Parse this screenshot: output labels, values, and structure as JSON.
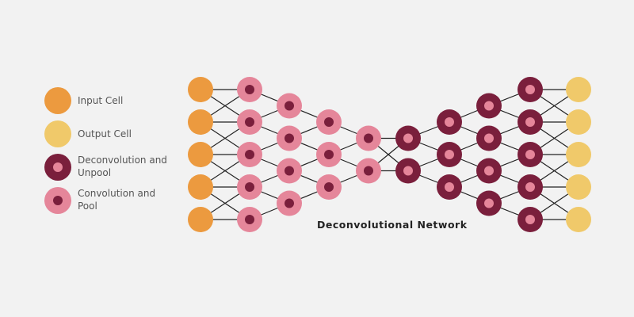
{
  "legend": {
    "items": [
      {
        "label_line1": "Input Cell",
        "label_line2": "",
        "kind": "input"
      },
      {
        "label_line1": "Output Cell",
        "label_line2": "",
        "kind": "output"
      },
      {
        "label_line1": "Deconvolution and",
        "label_line2": "Unpool",
        "kind": "deconv"
      },
      {
        "label_line1": "Convolution and",
        "label_line2": "Pool",
        "kind": "conv"
      }
    ]
  },
  "network": {
    "title": "Deconvolutional Network",
    "layers": [
      {
        "kind": "input",
        "count": 5
      },
      {
        "kind": "conv",
        "count": 5
      },
      {
        "kind": "conv",
        "count": 4
      },
      {
        "kind": "conv",
        "count": 3
      },
      {
        "kind": "conv",
        "count": 2
      },
      {
        "kind": "deconv",
        "count": 2
      },
      {
        "kind": "deconv",
        "count": 3
      },
      {
        "kind": "deconv",
        "count": 4
      },
      {
        "kind": "deconv",
        "count": 5
      },
      {
        "kind": "output",
        "count": 5
      }
    ]
  },
  "colors": {
    "background": "#f2f2f2",
    "input": "#ec9a3f",
    "output": "#f0c96a",
    "conv_outer": "#e5869a",
    "conv_inner": "#7a1f3c",
    "deconv_outer": "#7a1f3c",
    "deconv_inner": "#e5869a",
    "edge": "#222222"
  }
}
